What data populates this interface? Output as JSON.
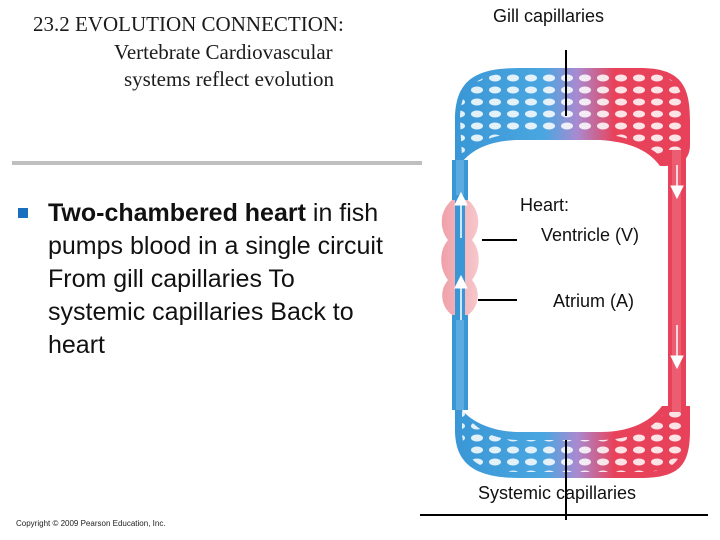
{
  "title": {
    "line1": "23.2 EVOLUTION CONNECTION:",
    "line2": "Vertebrate Cardiovascular",
    "line3": "systems reflect evolution"
  },
  "bullet": {
    "bold": "Two-chambered heart",
    "rest": " in fish pumps blood in a single circuit From gill capillaries To systemic capillaries Back to heart"
  },
  "diagram": {
    "labels": {
      "gill": "Gill capillaries",
      "heart": "Heart:",
      "ventricle": "Ventricle (V)",
      "atrium": "Atrium (A)",
      "systemic": "Systemic capillaries"
    },
    "colors": {
      "oxygen_poor": "#3a97d6",
      "oxygen_rich": "#e8425a",
      "capillary_mix": "#a98ad0"
    }
  },
  "footer": {
    "copyright": "Copyright © 2009 Pearson Education, Inc."
  }
}
